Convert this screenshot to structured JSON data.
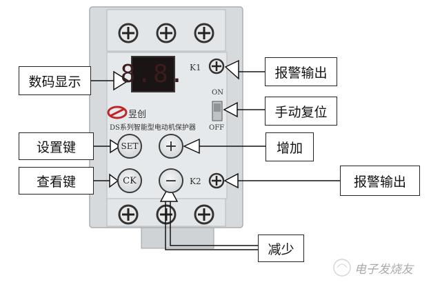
{
  "device": {
    "display_value": "8.8.",
    "brand": "昱创",
    "model_line": "DS系列智能型电动机保护器",
    "terminal_k1": "K1",
    "terminal_k2": "K2",
    "switch_on": "ON",
    "switch_off": "OFF",
    "button_set": "SET",
    "button_plus": "+",
    "button_ck": "CK",
    "button_minus": "−"
  },
  "callouts": {
    "display": "数码显示",
    "alarm_output_1": "报警输出",
    "manual_reset": "手动复位",
    "set_key": "设置键",
    "increase": "增加",
    "view_key": "查看键",
    "alarm_output_2": "报警输出",
    "decrease": "减少"
  },
  "watermark": "电子发烧友",
  "colors": {
    "housing": "#d7dadd",
    "display": "#1a1414",
    "line": "#111111"
  }
}
